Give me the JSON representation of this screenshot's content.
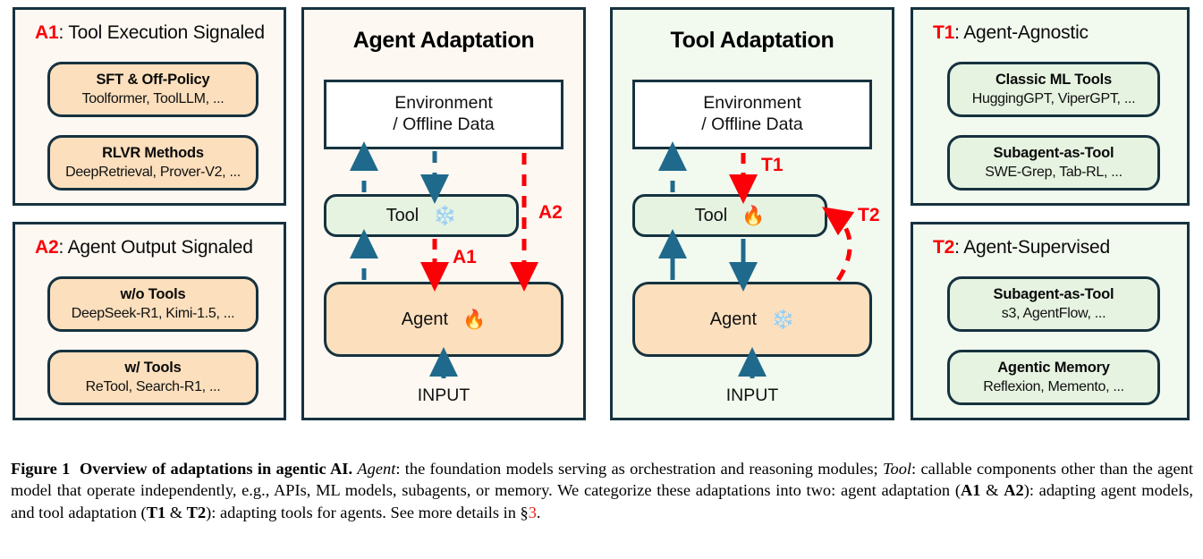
{
  "panels": {
    "a1": {
      "tag": "A1",
      "title": ": Tool Execution Signaled",
      "cards": [
        {
          "title": "SFT & Off-Policy",
          "sub": "Toolformer, ToolLLM, ..."
        },
        {
          "title": "RLVR Methods",
          "sub": "DeepRetrieval, Prover-V2, ..."
        }
      ]
    },
    "a2": {
      "tag": "A2",
      "title": ": Agent Output Signaled",
      "cards": [
        {
          "title": "w/o Tools",
          "sub": "DeepSeek-R1, Kimi-1.5, ..."
        },
        {
          "title": "w/ Tools",
          "sub": "ReTool, Search-R1, ..."
        }
      ]
    },
    "t1": {
      "tag": "T1",
      "title": ": Agent-Agnostic",
      "cards": [
        {
          "title": "Classic ML Tools",
          "sub": "HuggingGPT, ViperGPT, ..."
        },
        {
          "title": "Subagent-as-Tool",
          "sub": "SWE-Grep, Tab-RL, ..."
        }
      ]
    },
    "t2": {
      "tag": "T2",
      "title": ": Agent-Supervised",
      "cards": [
        {
          "title": "Subagent-as-Tool",
          "sub": "s3, AgentFlow, ..."
        },
        {
          "title": "Agentic Memory",
          "sub": "Reflexion, Memento, ..."
        }
      ]
    }
  },
  "agent_adaptation": {
    "title": "Agent Adaptation",
    "env_line1": "Environment",
    "env_line2": "/ Offline Data",
    "tool_label": "Tool",
    "tool_state_icon": "snowflake",
    "tool_state_glyph": "❄️",
    "agent_label": "Agent",
    "agent_state_icon": "fire",
    "agent_state_glyph": "🔥",
    "input_label": "INPUT",
    "arrow_labels": {
      "a1": "A1",
      "a2": "A2"
    }
  },
  "tool_adaptation": {
    "title": "Tool Adaptation",
    "env_line1": "Environment",
    "env_line2": "/ Offline Data",
    "tool_label": "Tool",
    "tool_state_icon": "fire",
    "tool_state_glyph": "🔥",
    "agent_label": "Agent",
    "agent_state_icon": "snowflake",
    "agent_state_glyph": "❄️",
    "input_label": "INPUT",
    "arrow_labels": {
      "t1": "T1",
      "t2": "T2"
    }
  },
  "caption": {
    "figure_label": "Figure 1",
    "headline": "Overview of adaptations in agentic AI.",
    "agent_term": "Agent",
    "text_1": ": the foundation models serving as orchestration and reasoning modules; ",
    "tool_term": "Tool",
    "text_2": ": callable components other than the agent model that operate independently, e.g., APIs, ML models, subagents, or memory. We categorize these adaptations into two: agent adaptation (",
    "a1": "A1",
    "amp1": " & ",
    "a2": "A2",
    "text_3": "): adapting agent models, and tool adaptation (",
    "t1": "T1",
    "amp2": " & ",
    "t2": "T2",
    "text_4": "): adapting tools for agents. See more details in §",
    "section_ref": "3",
    "text_5": "."
  },
  "colors": {
    "border": "#16323f",
    "red": "#fb0007",
    "blue_arrow": "#1f6a8c",
    "card_orange": "#fcdfbd",
    "card_green": "#e6f3e1",
    "panel_cream": "#fdf8f2",
    "panel_green": "#f2faef"
  }
}
